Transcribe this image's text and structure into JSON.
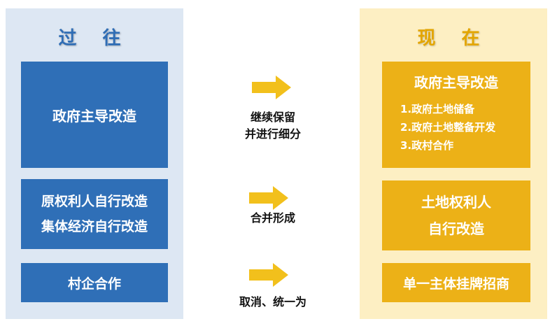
{
  "past": {
    "heading": "过 往",
    "box1": "政府主导改造",
    "box2_line1": "原权利人自行改造",
    "box2_line2": "集体经济自行改造",
    "box3": "村企合作"
  },
  "now": {
    "heading": "现 在",
    "box1_title": "政府主导改造",
    "box1_items": [
      "1.政府土地储备",
      "2.政府土地整备开发",
      "3.政村合作"
    ],
    "box2_line1": "土地权利人",
    "box2_line2": "自行改造",
    "box3": "单一主体挂牌招商"
  },
  "transitions": [
    {
      "line1": "继续保留",
      "line2": "并进行细分"
    },
    {
      "line1": "合并形成"
    },
    {
      "line1": "取消、统一为"
    }
  ],
  "colors": {
    "past_panel": "#dde7f3",
    "past_box": "#2f6fb7",
    "now_panel": "#fdefc3",
    "now_box": "#ecb117",
    "arrow": "#f2c01c"
  }
}
